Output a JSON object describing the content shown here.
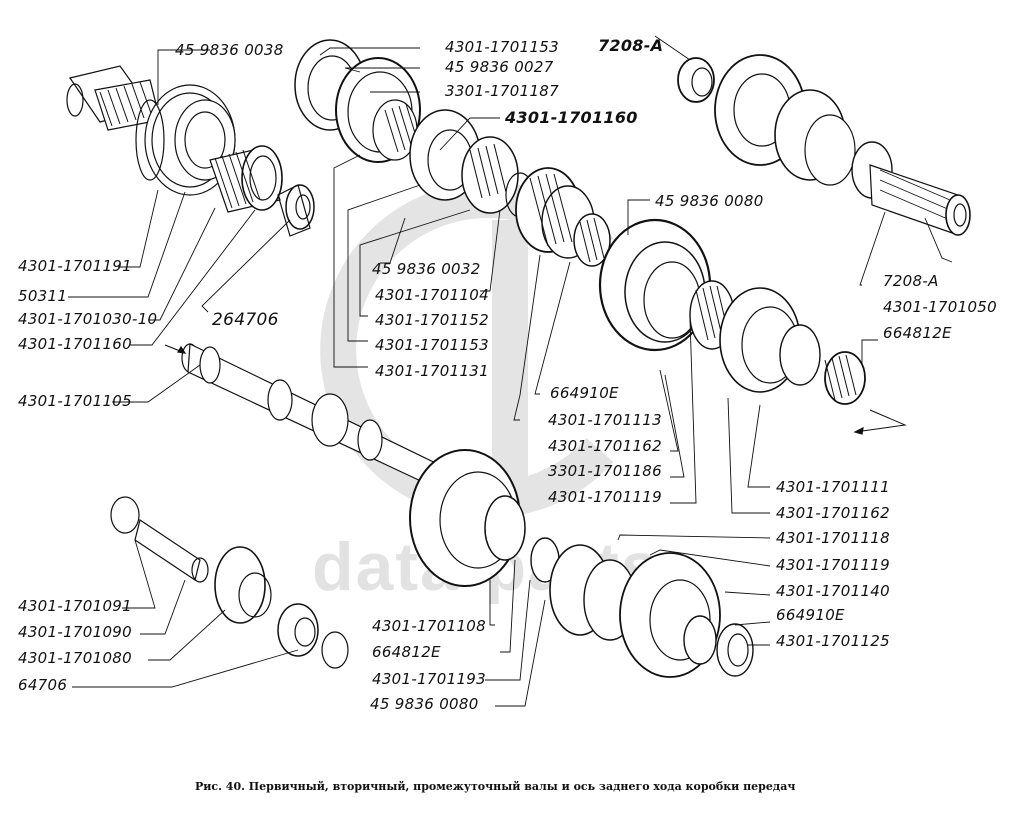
{
  "figure": {
    "caption": "Рис. 40. Первичный, вторичный, промежуточный валы и ось заднего хода коробки передач",
    "watermark_text": "data-parts",
    "line_color": "#111111",
    "watermark_color": "#e2e2e2"
  },
  "labels": {
    "input_shaft": {
      "l_4598360038": "45  9836  0038",
      "l_4301_1701191": "4301-1701191",
      "l_50311": "50311",
      "l_4301_1701030_10": "4301-1701030-10",
      "l_264706": "264706",
      "l_4301_1701160a": "4301-1701160",
      "l_4301_1701105": "4301-1701105"
    },
    "synchro_top": {
      "l_4301_1701153a": "4301-1701153",
      "l_4598360027": "45  9836  0027",
      "l_3301_1701187": "3301-1701187",
      "l_4301_1701160b": "4301-1701160",
      "l_4598360032": "45  9836  0032",
      "l_4301_1701104": "4301-1701104",
      "l_4301_1701152": "4301-1701152",
      "l_4301_1701153b": "4301-1701153",
      "l_4301_1701131": "4301-1701131"
    },
    "countershaft": {
      "l_7208A_top": "7208-A",
      "l_7208A_bottom": "7208-A",
      "l_4301_1701050": "4301-1701050",
      "l_664812E_top": "664812E"
    },
    "mainshaft_mid": {
      "l_4598360080_top": "45  9836  0080",
      "l_664910E_a": "664910E",
      "l_4301_1701113": "4301-1701113",
      "l_4301_1701162a": "4301-1701162",
      "l_3301_1701186": "3301-1701186",
      "l_4301_1701119a": "4301-1701119",
      "l_4301_1701111": "4301-1701111",
      "l_4301_1701162b": "4301-1701162"
    },
    "mainshaft_rear": {
      "l_4301_1701118": "4301-1701118",
      "l_4301_1701119b": "4301-1701119",
      "l_4301_1701140": "4301-1701140",
      "l_664910E_b": "664910E",
      "l_4301_1701125": "4301-1701125",
      "l_4301_1701108": "4301-1701108",
      "l_664812E_bottom": "664812E",
      "l_4301_1701193": "4301-1701193",
      "l_4598360080_bottom": "45  9836  0080"
    },
    "reverse_idler": {
      "l_4301_1701091": "4301-1701091",
      "l_4301_1701090": "4301-1701090",
      "l_4301_1701080": "4301-1701080",
      "l_64706": "64706"
    }
  }
}
